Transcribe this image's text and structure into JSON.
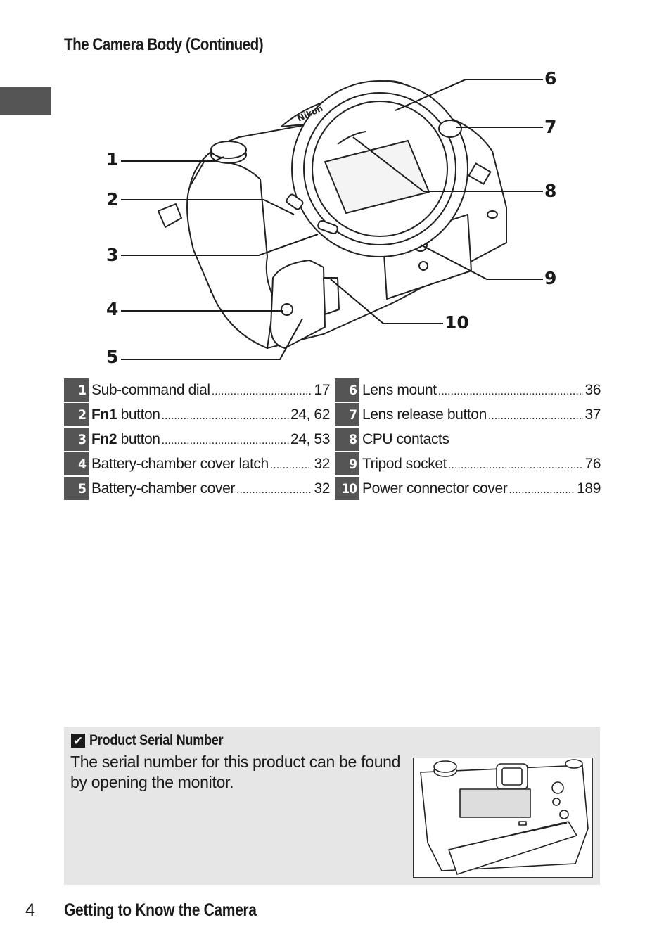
{
  "header": {
    "title": "The Camera Body (Continued)"
  },
  "diagram": {
    "callouts": [
      "1",
      "2",
      "3",
      "4",
      "5",
      "6",
      "7",
      "8",
      "9",
      "10"
    ],
    "brand_text": "Nikon"
  },
  "legend": {
    "left": [
      {
        "num": "1",
        "label": "Sub-command dial",
        "bold": "",
        "page": "17"
      },
      {
        "num": "2",
        "label": " button",
        "bold": "Fn1",
        "page": "24, 62"
      },
      {
        "num": "3",
        "label": " button",
        "bold": "Fn2",
        "page": "24, 53"
      },
      {
        "num": "4",
        "label": "Battery-chamber cover latch",
        "bold": "",
        "page": "32"
      },
      {
        "num": "5",
        "label": "Battery-chamber cover",
        "bold": "",
        "page": "32"
      }
    ],
    "right": [
      {
        "num": "6",
        "label": "Lens mount",
        "bold": "",
        "page": "36"
      },
      {
        "num": "7",
        "label": "Lens release button",
        "bold": "",
        "page": "37"
      },
      {
        "num": "8",
        "label": "CPU contacts",
        "bold": "",
        "page": ""
      },
      {
        "num": "9",
        "label": "Tripod socket",
        "bold": "",
        "page": "76"
      },
      {
        "num": "10",
        "label": "Power connector cover",
        "bold": "",
        "page": "189"
      }
    ]
  },
  "note": {
    "icon": "checkmark-icon",
    "title": "Product Serial Number",
    "body": "The serial number for this product can be found by opening the monitor."
  },
  "footer": {
    "page_number": "4",
    "chapter": "Getting to Know the Camera"
  },
  "colors": {
    "tab": "#555555",
    "note_bg": "#e6e6e6",
    "text": "#1a1a1a"
  }
}
